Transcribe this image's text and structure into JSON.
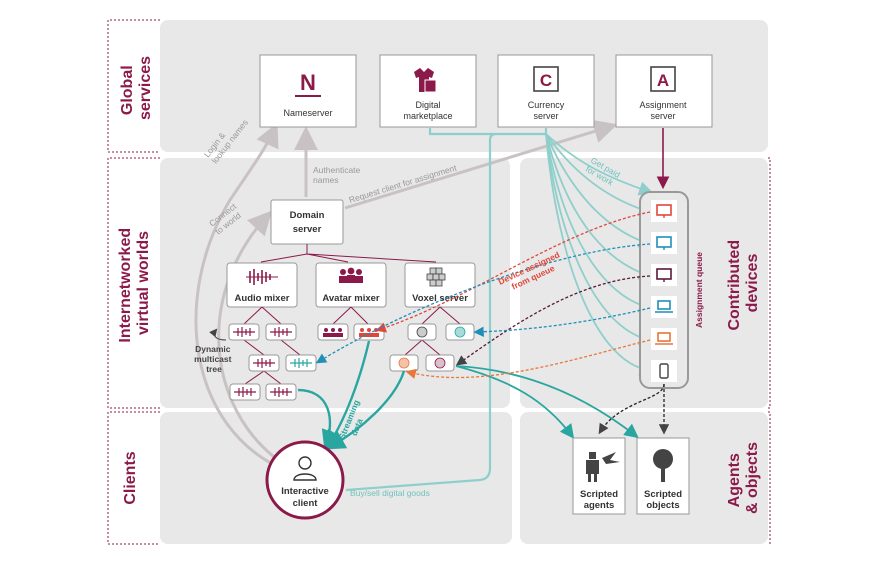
{
  "bands": {
    "global": "Global\nservices",
    "virtual": "Internetworked\nvirtual worlds",
    "clients": "Clients",
    "contributed": "Contributed\ndevices",
    "agents": "Agents\n& objects"
  },
  "services": {
    "nameserver": {
      "glyph": "N",
      "label": "Nameserver"
    },
    "marketplace": {
      "label1": "Digital",
      "label2": "marketplace"
    },
    "currency": {
      "glyph": "C",
      "label1": "Currency",
      "label2": "server"
    },
    "assignment": {
      "glyph": "A",
      "label1": "Assignment",
      "label2": "server"
    }
  },
  "domain": {
    "label1": "Domain",
    "label2": "server"
  },
  "mixers": {
    "audio": "Audio mixer",
    "avatar": "Avatar mixer",
    "voxel": "Voxel server"
  },
  "edges": {
    "authenticate": "Authenticate\nnames",
    "request": "Request client for assignment",
    "connect": "Connect\nto world",
    "login": "Login &\nlookup names",
    "getpaid": "Get paid\nfor work",
    "device_assigned": "Device assigned\nfrom queue",
    "multicast": "Dynamic\nmulticast\ntree",
    "streaming": "Streaming\ndata",
    "buysell": "Buy/sell digital goods",
    "queue": "Assignment queue"
  },
  "client": {
    "label1": "Interactive",
    "label2": "client"
  },
  "agents": {
    "scripted_agents": {
      "label1": "Scripted",
      "label2": "agents"
    },
    "scripted_objects": {
      "label1": "Scripted",
      "label2": "objects"
    }
  },
  "colors": {
    "maroon": "#8b1a4a",
    "teal": "#2aa6a0",
    "light_teal": "#8fcfcb",
    "grey_arrow": "#c9c2c4",
    "panel": "#e8e8e8"
  }
}
